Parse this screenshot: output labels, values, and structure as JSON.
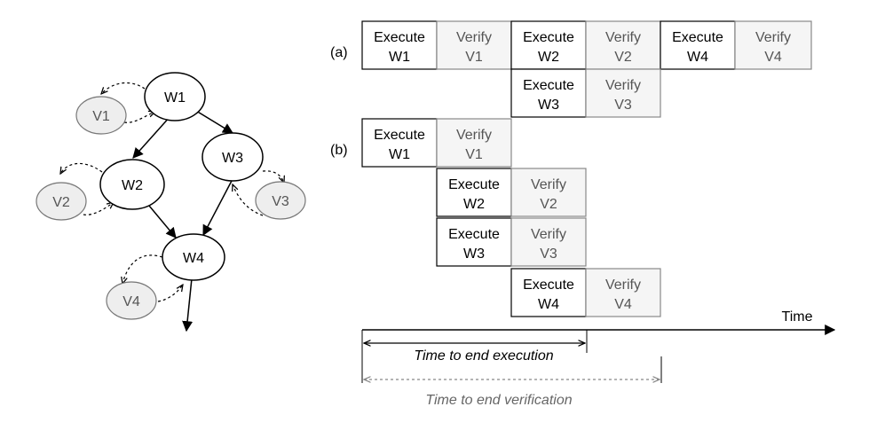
{
  "graph": {
    "nodes": [
      {
        "id": "W1",
        "label": "W1",
        "kind": "work"
      },
      {
        "id": "W2",
        "label": "W2",
        "kind": "work"
      },
      {
        "id": "W3",
        "label": "W3",
        "kind": "work"
      },
      {
        "id": "W4",
        "label": "W4",
        "kind": "work"
      },
      {
        "id": "V1",
        "label": "V1",
        "kind": "verify"
      },
      {
        "id": "V2",
        "label": "V2",
        "kind": "verify"
      },
      {
        "id": "V3",
        "label": "V3",
        "kind": "verify"
      },
      {
        "id": "V4",
        "label": "V4",
        "kind": "verify"
      }
    ],
    "edges": [
      {
        "from": "W1",
        "to": "W2"
      },
      {
        "from": "W1",
        "to": "W3"
      },
      {
        "from": "W2",
        "to": "W4"
      },
      {
        "from": "W3",
        "to": "W4"
      },
      {
        "from": "W4",
        "to": "out"
      }
    ]
  },
  "timeline": {
    "scenario_a": {
      "label": "(a)",
      "blocks": [
        {
          "line1": "Execute",
          "line2": "W1",
          "kind": "execute"
        },
        {
          "line1": "Verify",
          "line2": "V1",
          "kind": "verify"
        },
        {
          "line1": "Execute",
          "line2": "W2",
          "kind": "execute"
        },
        {
          "line1": "Verify",
          "line2": "V2",
          "kind": "verify"
        },
        {
          "line1": "Execute",
          "line2": "W4",
          "kind": "execute"
        },
        {
          "line1": "Verify",
          "line2": "V4",
          "kind": "verify"
        },
        {
          "line1": "Execute",
          "line2": "W3",
          "kind": "execute"
        },
        {
          "line1": "Verify",
          "line2": "V3",
          "kind": "verify"
        }
      ]
    },
    "scenario_b": {
      "label": "(b)",
      "blocks": [
        {
          "line1": "Execute",
          "line2": "W1",
          "kind": "execute"
        },
        {
          "line1": "Verify",
          "line2": "V1",
          "kind": "verify"
        },
        {
          "line1": "Execute",
          "line2": "W2",
          "kind": "execute"
        },
        {
          "line1": "Verify",
          "line2": "V2",
          "kind": "verify"
        },
        {
          "line1": "Execute",
          "line2": "W3",
          "kind": "execute"
        },
        {
          "line1": "Verify",
          "line2": "V3",
          "kind": "verify"
        },
        {
          "line1": "Execute",
          "line2": "W4",
          "kind": "execute"
        },
        {
          "line1": "Verify",
          "line2": "V4",
          "kind": "verify"
        }
      ]
    },
    "time_label": "Time",
    "end_execution_label": "Time to end execution",
    "end_verification_label": "Time to end verification"
  },
  "colors": {
    "stroke": "#000000",
    "verify_fill": "#f5f5f5",
    "verify_text": "#555555",
    "verify_node_fill": "#eeeeee",
    "verify_node_stroke": "#777777",
    "muted_arrow": "#888888"
  }
}
